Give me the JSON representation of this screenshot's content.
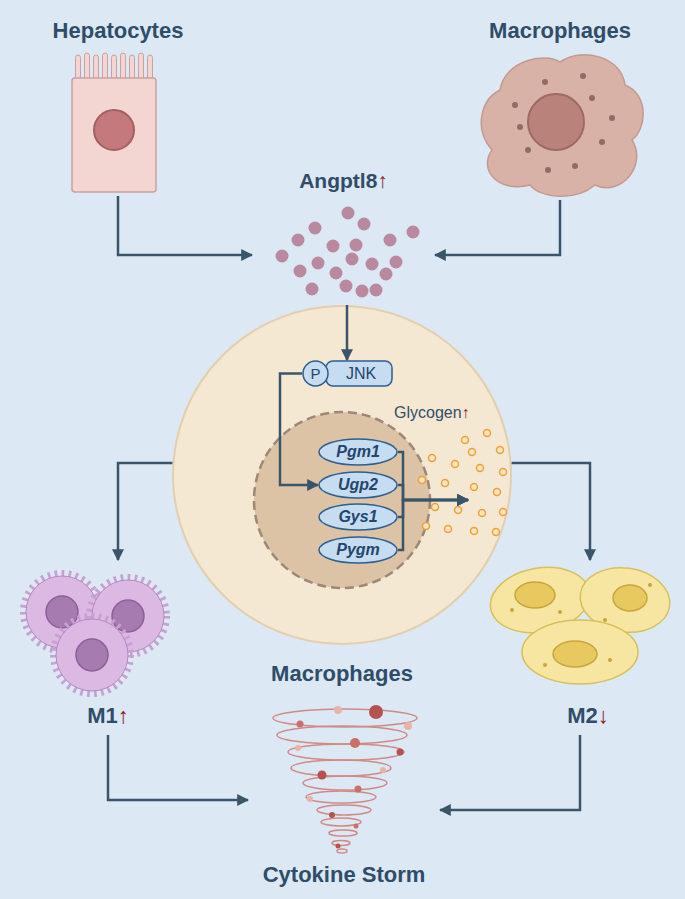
{
  "diagram": {
    "nodes": [
      {
        "text": [
          "Hepatocytes"
        ]
      },
      {
        "text": [
          "Macrophages"
        ]
      },
      {
        "text": [
          "Angptl8↑"
        ]
      },
      {
        "text": [
          "Macrophages"
        ]
      },
      {
        "text": [
          "P",
          "JNK"
        ],
        "in": 3
      },
      {
        "text": [
          "Pgm1"
        ],
        "in": 3
      },
      {
        "text": [
          "Ugp2"
        ],
        "in": 3
      },
      {
        "text": [
          "Gys1"
        ],
        "in": 3
      },
      {
        "text": [
          "Pygm"
        ],
        "in": 3
      },
      {
        "text": [
          "Glycogen↑"
        ],
        "in": 3
      },
      {
        "text": [
          "M1↑"
        ]
      },
      {
        "text": [
          "M2↓"
        ]
      },
      {
        "text": [
          "Cytokine Storm"
        ]
      }
    ],
    "edges": [
      {
        "from": 0,
        "to": 2,
        "arrow": "to"
      },
      {
        "from": 1,
        "to": 2,
        "arrow": "to"
      },
      {
        "from": 2,
        "to": 4,
        "arrow": "to"
      },
      {
        "from": 4,
        "to": 6,
        "arrow": "to"
      },
      {
        "from": 5,
        "to": 9,
        "arrow": "to"
      },
      {
        "from": 6,
        "to": 9,
        "arrow": "to"
      },
      {
        "from": 7,
        "to": 9,
        "arrow": "to"
      },
      {
        "from": 8,
        "to": 9,
        "arrow": "to"
      },
      {
        "from": 3,
        "to": 10,
        "arrow": "to"
      },
      {
        "from": 3,
        "to": 11,
        "arrow": "to"
      },
      {
        "from": 10,
        "to": 12,
        "arrow": "to"
      },
      {
        "from": 11,
        "to": 12,
        "arrow": "to"
      }
    ]
  }
}
